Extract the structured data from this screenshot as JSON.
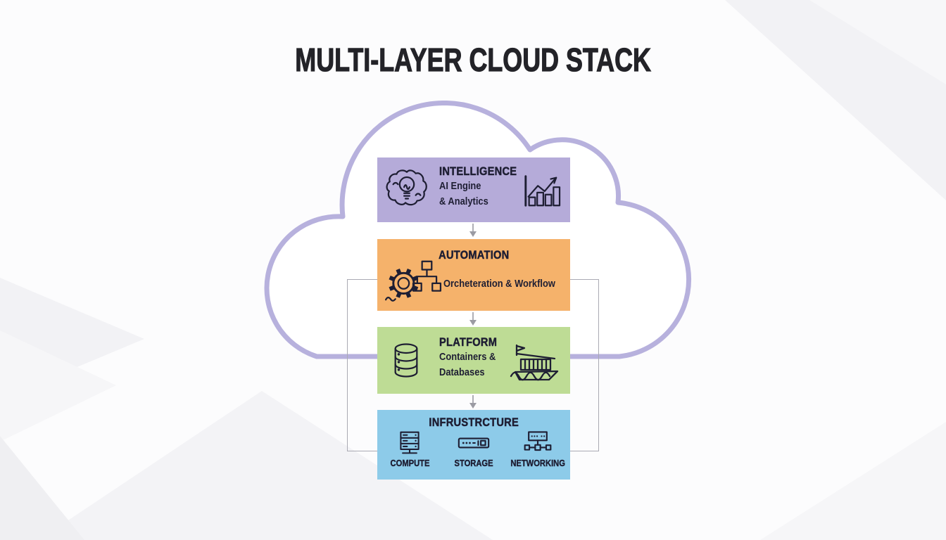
{
  "title": "MULTI-LAYER CLOUD STACK",
  "layers": [
    {
      "id": "intelligence",
      "title": "INTELLIGENCE",
      "subtitle_lines": [
        "AI Engine",
        "& Analytics"
      ],
      "color": "#b5abd9",
      "icons": [
        "brain-ai-icon",
        "growth-chart-icon"
      ]
    },
    {
      "id": "automation",
      "title": "AUTOMATION",
      "subtitle_lines": [
        "Orcheteration & Workflow"
      ],
      "color": "#f5b26b",
      "icons": [
        "gear-workflow-icon"
      ]
    },
    {
      "id": "platform",
      "title": "PLATFORM",
      "subtitle_lines": [
        "Containers &",
        "Databases"
      ],
      "color": "#bedc95",
      "icons": [
        "database-icon",
        "container-ship-icon"
      ]
    },
    {
      "id": "infrastructure",
      "title": "INFRUSTRCTURE",
      "color": "#8dcbe9",
      "items": [
        {
          "label": "COMPUTE",
          "icon": "server-icon"
        },
        {
          "label": "STORAGE",
          "icon": "storage-drive-icon"
        },
        {
          "label": "NETWORKING",
          "icon": "network-nodes-icon"
        }
      ]
    }
  ],
  "decor": {
    "cloud_outline_color": "#b7b1dd",
    "connector_color": "#9b9ba3",
    "frame_color": "#aaaab3",
    "ink_color": "#1e1e33",
    "background": "#fcfcfd"
  }
}
